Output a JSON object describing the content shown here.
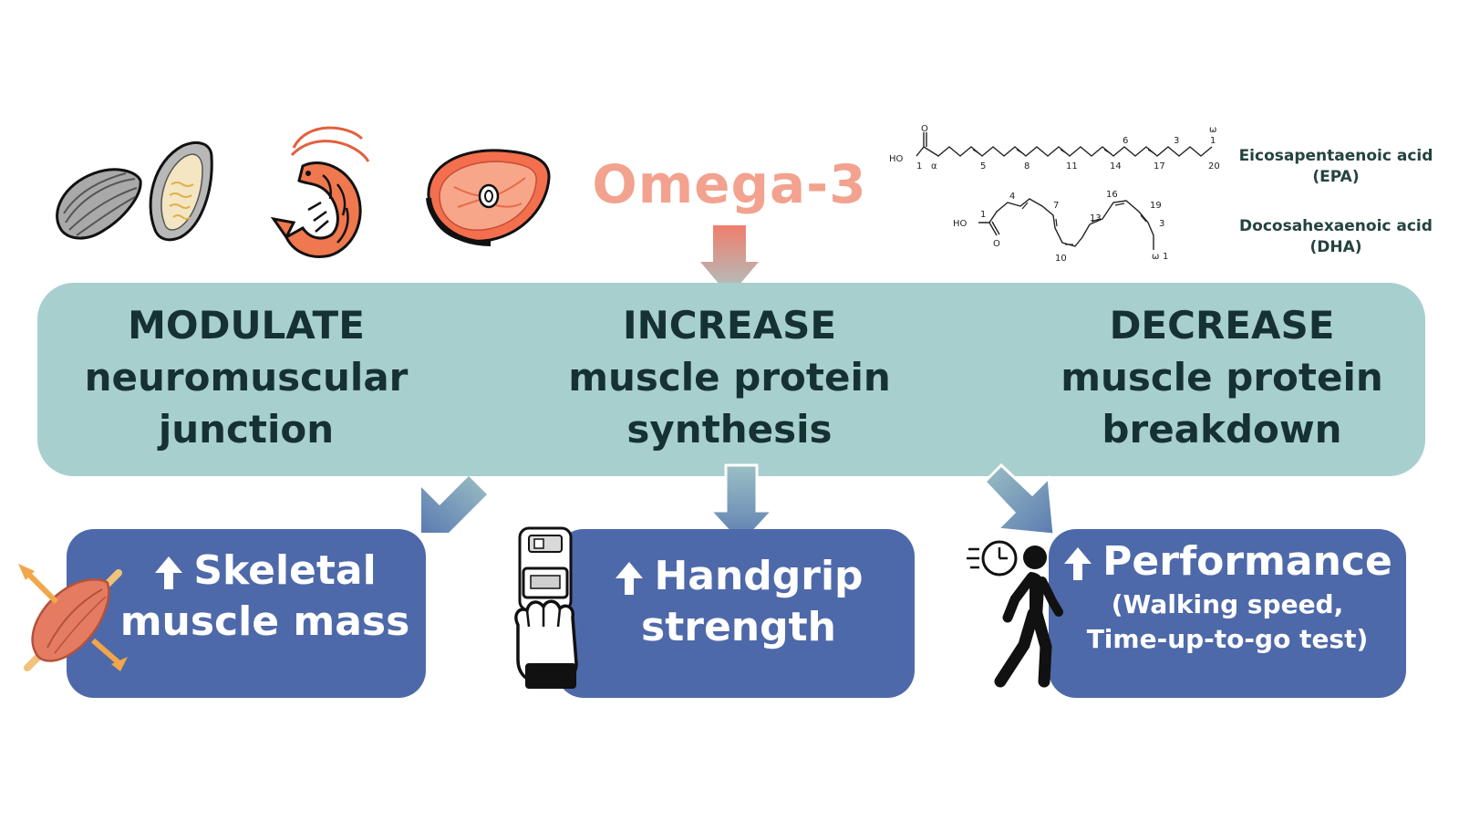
{
  "title": "Omega-3",
  "molecules": {
    "epa_name": "Eicosapentaenoic acid",
    "epa_abbr": "(EPA)",
    "dha_name": "Docosahexaenoic acid",
    "dha_abbr": "(DHA)",
    "ho_label": "HO",
    "o_label": "O",
    "epa_numbers": [
      "1",
      "5",
      "8",
      "11",
      "14",
      "17",
      "20",
      "6",
      "3",
      "1"
    ],
    "epa_alpha": "α",
    "epa_omega": "ω",
    "dha_numbers": [
      "1",
      "4",
      "7",
      "10",
      "13",
      "16",
      "19",
      "3",
      "1"
    ],
    "dha_omega": "ω"
  },
  "mechanisms": [
    {
      "verb": "MODULATE",
      "line2": "neuromuscular",
      "line3": "junction"
    },
    {
      "verb": "INCREASE",
      "line2": "muscle protein",
      "line3": "synthesis"
    },
    {
      "verb": "DECREASE",
      "line2": "muscle protein",
      "line3": "breakdown"
    }
  ],
  "outcomes": [
    {
      "line1": "Skeletal",
      "line2": "muscle mass"
    },
    {
      "line1": "Handgrip",
      "line2": "strength"
    },
    {
      "line1": "Performance",
      "line2": "(Walking speed,",
      "line3": "Time-up-to-go test)"
    }
  ],
  "icons": {
    "food": [
      "mussel-icon",
      "oyster-icon",
      "shrimp-icon",
      "salmon-steak-icon"
    ],
    "outcome": [
      "muscle-icon",
      "dynamometer-icon",
      "walking-person-icon",
      "clock-icon"
    ]
  },
  "colors": {
    "omega": "#f2a28e",
    "panel": "#a7cfce",
    "outcome_box": "#4e69a9",
    "dark_text": "#163131"
  }
}
